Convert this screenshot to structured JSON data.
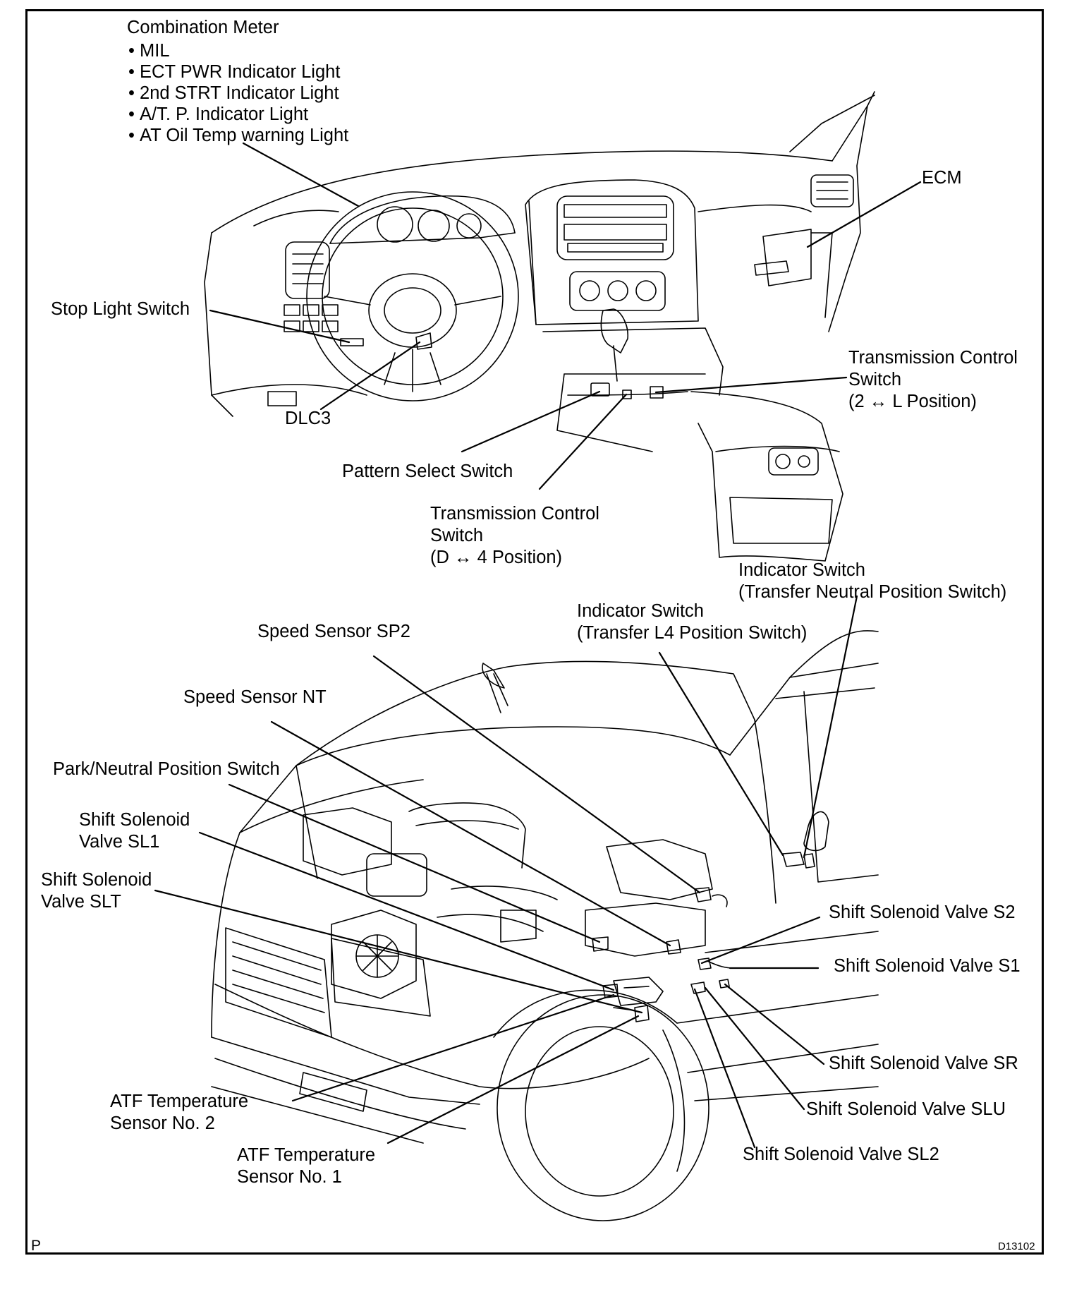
{
  "combination_meter": {
    "title": "Combination Meter",
    "items": [
      "MIL",
      "ECT PWR Indicator Light",
      "2nd STRT Indicator Light",
      "A/T. P. Indicator Light",
      "AT Oil Temp warning Light"
    ]
  },
  "labels": {
    "ecm": "ECM",
    "stop_light_switch": "Stop Light Switch",
    "dlc3": "DLC3",
    "tcs_2l": [
      "Transmission Control",
      "Switch",
      "(2 ↔ L Position)"
    ],
    "pattern_select_switch": "Pattern Select Switch",
    "tcs_d4": [
      "Transmission Control",
      "Switch",
      "(D ↔ 4 Position)"
    ],
    "indicator_neutral": [
      "Indicator Switch",
      "(Transfer Neutral Position Switch)"
    ],
    "indicator_l4": [
      "Indicator Switch",
      "(Transfer L4 Position Switch)"
    ],
    "speed_sensor_sp2": "Speed Sensor SP2",
    "speed_sensor_nt": "Speed Sensor NT",
    "park_neutral": "Park/Neutral Position Switch",
    "sl1": [
      "Shift Solenoid",
      "Valve SL1"
    ],
    "slt": [
      "Shift Solenoid",
      "Valve SLT"
    ],
    "s2": "Shift Solenoid Valve S2",
    "s1": "Shift Solenoid Valve S1",
    "sr": "Shift Solenoid Valve SR",
    "slu": "Shift Solenoid Valve SLU",
    "sl2": "Shift Solenoid Valve SL2",
    "atf2": [
      "ATF Temperature",
      "Sensor No. 2"
    ],
    "atf1": [
      "ATF Temperature",
      "Sensor No. 1"
    ]
  },
  "footer": {
    "page_mark": "P",
    "figure_code": "D13102"
  }
}
